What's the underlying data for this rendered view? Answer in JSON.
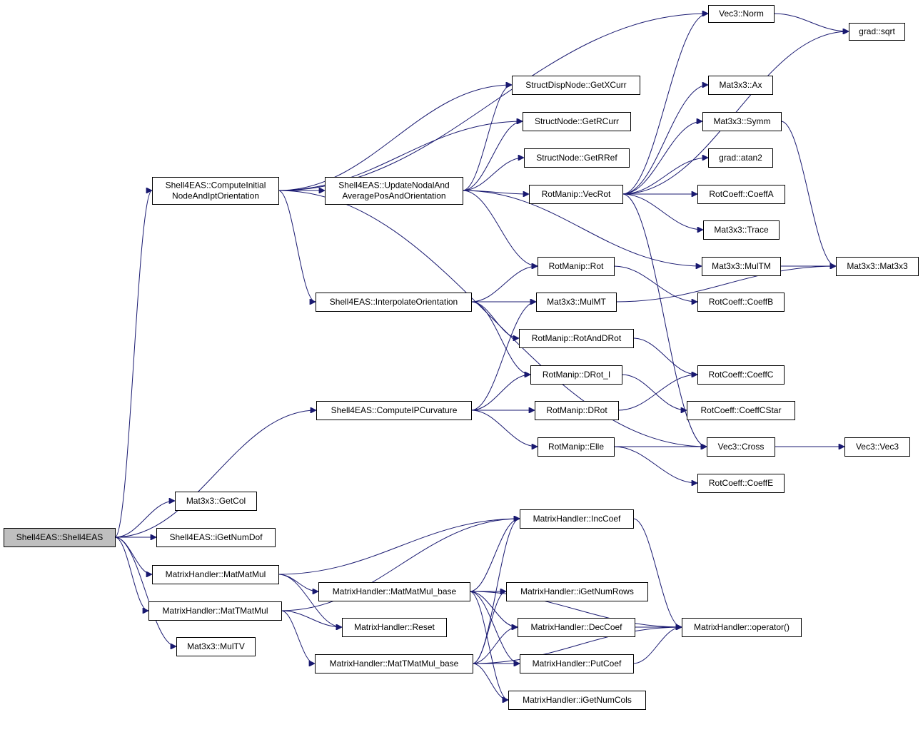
{
  "nodes": [
    {
      "id": "shell4eas",
      "lines": [
        "Shell4EAS::Shell4EAS"
      ],
      "root": true,
      "interactable": true
    },
    {
      "id": "compute-initial",
      "lines": [
        "Shell4EAS::ComputeInitial",
        "NodeAndIptOrientation"
      ]
    },
    {
      "id": "update-nodal",
      "lines": [
        "Shell4EAS::UpdateNodalAnd",
        "AveragePosAndOrientation"
      ]
    },
    {
      "id": "interpolate-orientation",
      "lines": [
        "Shell4EAS::InterpolateOrientation"
      ]
    },
    {
      "id": "compute-ip-curvature",
      "lines": [
        "Shell4EAS::ComputeIPCurvature"
      ]
    },
    {
      "id": "mat3x3-getcol",
      "lines": [
        "Mat3x3::GetCol"
      ]
    },
    {
      "id": "shell4eas-igetnumdof",
      "lines": [
        "Shell4EAS::iGetNumDof"
      ]
    },
    {
      "id": "mh-matmatmul",
      "lines": [
        "MatrixHandler::MatMatMul"
      ]
    },
    {
      "id": "mh-mattmatmul",
      "lines": [
        "MatrixHandler::MatTMatMul"
      ]
    },
    {
      "id": "mat3x3-multv",
      "lines": [
        "Mat3x3::MulTV"
      ]
    },
    {
      "id": "vec3-norm",
      "lines": [
        "Vec3::Norm"
      ]
    },
    {
      "id": "grad-sqrt",
      "lines": [
        "grad::sqrt"
      ]
    },
    {
      "id": "structdisp-getxcurr",
      "lines": [
        "StructDispNode::GetXCurr"
      ]
    },
    {
      "id": "structnode-getrcurr",
      "lines": [
        "StructNode::GetRCurr"
      ]
    },
    {
      "id": "structnode-getrref",
      "lines": [
        "StructNode::GetRRef"
      ]
    },
    {
      "id": "mat3x3-ax",
      "lines": [
        "Mat3x3::Ax"
      ]
    },
    {
      "id": "mat3x3-symm",
      "lines": [
        "Mat3x3::Symm"
      ]
    },
    {
      "id": "grad-atan2",
      "lines": [
        "grad::atan2"
      ]
    },
    {
      "id": "rotmanip-vecrot",
      "lines": [
        "RotManip::VecRot"
      ]
    },
    {
      "id": "rotcoeff-coeffa",
      "lines": [
        "RotCoeff::CoeffA"
      ]
    },
    {
      "id": "mat3x3-trace",
      "lines": [
        "Mat3x3::Trace"
      ]
    },
    {
      "id": "mat3x3-multm",
      "lines": [
        "Mat3x3::MulTM"
      ]
    },
    {
      "id": "mat3x3-mat3x3",
      "lines": [
        "Mat3x3::Mat3x3"
      ]
    },
    {
      "id": "rotmanip-rot",
      "lines": [
        "RotManip::Rot"
      ]
    },
    {
      "id": "rotcoeff-coeffb",
      "lines": [
        "RotCoeff::CoeffB"
      ]
    },
    {
      "id": "mat3x3-mulmt",
      "lines": [
        "Mat3x3::MulMT"
      ]
    },
    {
      "id": "rotmanip-rotanddrot",
      "lines": [
        "RotManip::RotAndDRot"
      ]
    },
    {
      "id": "rotmanip-drot-i",
      "lines": [
        "RotManip::DRot_I"
      ]
    },
    {
      "id": "rotcoeff-coeffc",
      "lines": [
        "RotCoeff::CoeffC"
      ]
    },
    {
      "id": "rotmanip-drot",
      "lines": [
        "RotManip::DRot"
      ]
    },
    {
      "id": "rotcoeff-coeffcstar",
      "lines": [
        "RotCoeff::CoeffCStar"
      ]
    },
    {
      "id": "rotmanip-elle",
      "lines": [
        "RotManip::Elle"
      ]
    },
    {
      "id": "vec3-cross",
      "lines": [
        "Vec3::Cross"
      ]
    },
    {
      "id": "vec3-vec3",
      "lines": [
        "Vec3::Vec3"
      ]
    },
    {
      "id": "rotcoeff-coeffe",
      "lines": [
        "RotCoeff::CoeffE"
      ]
    },
    {
      "id": "mh-inccoef",
      "lines": [
        "MatrixHandler::IncCoef"
      ]
    },
    {
      "id": "mh-matmatmul-base",
      "lines": [
        "MatrixHandler::MatMatMul_base"
      ]
    },
    {
      "id": "mh-igetnumrows",
      "lines": [
        "MatrixHandler::iGetNumRows"
      ]
    },
    {
      "id": "mh-reset",
      "lines": [
        "MatrixHandler::Reset"
      ]
    },
    {
      "id": "mh-deccoef",
      "lines": [
        "MatrixHandler::DecCoef"
      ]
    },
    {
      "id": "mh-operator",
      "lines": [
        "MatrixHandler::operator()"
      ]
    },
    {
      "id": "mh-mattmatmul-base",
      "lines": [
        "MatrixHandler::MatTMatMul_base"
      ]
    },
    {
      "id": "mh-putcoef",
      "lines": [
        "MatrixHandler::PutCoef"
      ]
    },
    {
      "id": "mh-igetnumcols",
      "lines": [
        "MatrixHandler::iGetNumCols"
      ]
    }
  ],
  "edges": [
    [
      "shell4eas",
      "compute-initial"
    ],
    [
      "shell4eas",
      "compute-ip-curvature"
    ],
    [
      "shell4eas",
      "mat3x3-getcol"
    ],
    [
      "shell4eas",
      "shell4eas-igetnumdof"
    ],
    [
      "shell4eas",
      "mh-matmatmul"
    ],
    [
      "shell4eas",
      "mh-mattmatmul"
    ],
    [
      "shell4eas",
      "mat3x3-multv"
    ],
    [
      "compute-initial",
      "vec3-norm"
    ],
    [
      "compute-initial",
      "structdisp-getxcurr"
    ],
    [
      "compute-initial",
      "structnode-getrcurr"
    ],
    [
      "compute-initial",
      "update-nodal"
    ],
    [
      "compute-initial",
      "interpolate-orientation"
    ],
    [
      "compute-initial",
      "vec3-cross"
    ],
    [
      "update-nodal",
      "structdisp-getxcurr"
    ],
    [
      "update-nodal",
      "structnode-getrcurr"
    ],
    [
      "update-nodal",
      "structnode-getrref"
    ],
    [
      "update-nodal",
      "rotmanip-vecrot"
    ],
    [
      "update-nodal",
      "rotmanip-rot"
    ],
    [
      "update-nodal",
      "mat3x3-multm"
    ],
    [
      "rotmanip-vecrot",
      "vec3-norm"
    ],
    [
      "rotmanip-vecrot",
      "grad-sqrt"
    ],
    [
      "rotmanip-vecrot",
      "mat3x3-ax"
    ],
    [
      "rotmanip-vecrot",
      "mat3x3-symm"
    ],
    [
      "rotmanip-vecrot",
      "grad-atan2"
    ],
    [
      "rotmanip-vecrot",
      "rotcoeff-coeffa"
    ],
    [
      "rotmanip-vecrot",
      "mat3x3-trace"
    ],
    [
      "rotmanip-vecrot",
      "vec3-cross"
    ],
    [
      "vec3-norm",
      "grad-sqrt"
    ],
    [
      "mat3x3-symm",
      "mat3x3-mat3x3"
    ],
    [
      "mat3x3-multm",
      "mat3x3-mat3x3"
    ],
    [
      "interpolate-orientation",
      "rotmanip-rot"
    ],
    [
      "interpolate-orientation",
      "mat3x3-mulmt"
    ],
    [
      "interpolate-orientation",
      "rotmanip-rotanddrot"
    ],
    [
      "interpolate-orientation",
      "rotmanip-drot-i"
    ],
    [
      "rotmanip-rot",
      "rotcoeff-coeffb"
    ],
    [
      "mat3x3-mulmt",
      "mat3x3-mat3x3"
    ],
    [
      "rotmanip-rotanddrot",
      "rotcoeff-coeffc"
    ],
    [
      "rotmanip-drot-i",
      "rotcoeff-coeffcstar"
    ],
    [
      "rotmanip-drot",
      "rotcoeff-coeffc"
    ],
    [
      "compute-ip-curvature",
      "mat3x3-mulmt"
    ],
    [
      "compute-ip-curvature",
      "rotmanip-drot-i"
    ],
    [
      "compute-ip-curvature",
      "rotmanip-drot"
    ],
    [
      "compute-ip-curvature",
      "rotmanip-elle"
    ],
    [
      "rotmanip-elle",
      "vec3-cross"
    ],
    [
      "rotmanip-elle",
      "rotcoeff-coeffe"
    ],
    [
      "vec3-cross",
      "vec3-vec3"
    ],
    [
      "mh-matmatmul",
      "mh-inccoef"
    ],
    [
      "mh-matmatmul",
      "mh-matmatmul-base"
    ],
    [
      "mh-matmatmul",
      "mh-reset"
    ],
    [
      "mh-mattmatmul",
      "mh-inccoef"
    ],
    [
      "mh-mattmatmul",
      "mh-reset"
    ],
    [
      "mh-mattmatmul",
      "mh-mattmatmul-base"
    ],
    [
      "mh-matmatmul-base",
      "mh-inccoef"
    ],
    [
      "mh-matmatmul-base",
      "mh-igetnumrows"
    ],
    [
      "mh-matmatmul-base",
      "mh-deccoef"
    ],
    [
      "mh-matmatmul-base",
      "mh-operator"
    ],
    [
      "mh-matmatmul-base",
      "mh-putcoef"
    ],
    [
      "mh-matmatmul-base",
      "mh-igetnumcols"
    ],
    [
      "mh-mattmatmul-base",
      "mh-inccoef"
    ],
    [
      "mh-mattmatmul-base",
      "mh-igetnumrows"
    ],
    [
      "mh-mattmatmul-base",
      "mh-deccoef"
    ],
    [
      "mh-mattmatmul-base",
      "mh-putcoef"
    ],
    [
      "mh-mattmatmul-base",
      "mh-igetnumcols"
    ],
    [
      "mh-mattmatmul-base",
      "mh-operator"
    ],
    [
      "mh-inccoef",
      "mh-operator"
    ],
    [
      "mh-deccoef",
      "mh-operator"
    ],
    [
      "mh-putcoef",
      "mh-operator"
    ]
  ]
}
